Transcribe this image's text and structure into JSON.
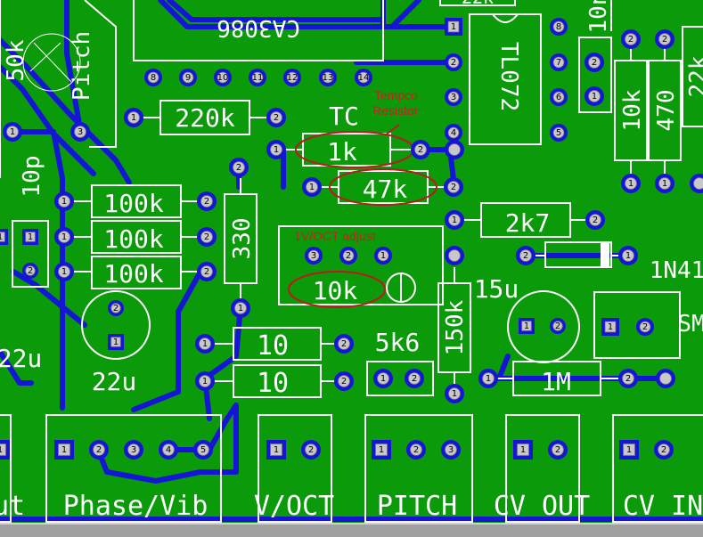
{
  "labels": {
    "ic1": "CA3086",
    "ic2": "TL072",
    "r_220k": "220k",
    "r_tc": "1k",
    "tc_label": "TC",
    "r_47k": "47k",
    "r_100k_a": "100k",
    "r_100k_b": "100k",
    "r_100k_c": "100k",
    "r_330": "330",
    "r_2k7": "2k7",
    "r_10k_v": "10k",
    "r_470": "470",
    "r_22k": "22k",
    "trim_10k": "10k",
    "r_10_a": "10",
    "r_10_b": "10",
    "r_150k": "150k",
    "r_1m": "1M",
    "r_5k6": "5k6",
    "c_15u": "15u",
    "c_22u_a": "22u",
    "c_22u_b": "22u",
    "c_10p": "10p",
    "c_10n": "10n",
    "diode": "1N41",
    "sm": "SM",
    "pot_50k": "50k",
    "pot_pitch": "Pitch",
    "ic1_pins": [
      "8",
      "9",
      "10",
      "11",
      "12",
      "13",
      "14"
    ],
    "ic2_left_pins": [
      "1",
      "2",
      "3",
      "4"
    ],
    "ic2_right_pins": [
      "8",
      "7",
      "6",
      "5"
    ],
    "trim_pins": [
      "3",
      "2",
      "1"
    ],
    "top_snip": "22k"
  },
  "connectors": [
    {
      "name": "ut",
      "label": "ut",
      "pins": [
        "1"
      ]
    },
    {
      "name": "phase-vib",
      "label": "Phase/Vib",
      "pins": [
        "1",
        "2",
        "3",
        "4",
        "5"
      ]
    },
    {
      "name": "v-oct",
      "label": "V/OCT",
      "pins": [
        "1",
        "2"
      ]
    },
    {
      "name": "pitch",
      "label": "PITCH",
      "pins": [
        "1",
        "2",
        "3"
      ]
    },
    {
      "name": "cv-out",
      "label": "CV OUT",
      "pins": [
        "1",
        "2"
      ]
    },
    {
      "name": "cv-in",
      "label": "CV IN",
      "pins": [
        "1",
        "2"
      ]
    }
  ],
  "annotations": {
    "tempco": "Tempco\nResistor",
    "vadj": "1V/OCT adjust"
  },
  "colors": {
    "board": "#0a9a0a",
    "trace": "#1515d6",
    "silkscreen": "#ffffff",
    "pad": "#c8c8c8",
    "annotation": "#cc1f1f"
  }
}
